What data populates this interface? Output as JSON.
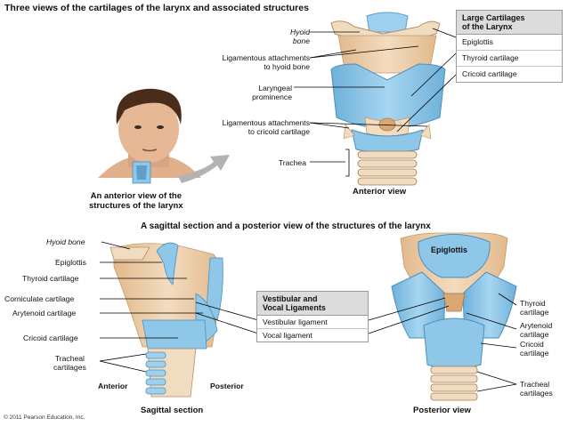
{
  "top": {
    "title": "Three views of the cartilages of the larynx and associated structures",
    "labels": {
      "hyoid": [
        "Hyoid",
        "bone"
      ],
      "lig_hyoid": [
        "Ligamentous attachments",
        "to hyoid bone"
      ],
      "prominence": [
        "Laryngeal",
        "prominence"
      ],
      "lig_cricoid": [
        "Ligamentous attachments",
        "to cricoid cartilage"
      ],
      "trachea": "Trachea"
    },
    "person_caption": [
      "An anterior view of the",
      "structures of the larynx"
    ],
    "anterior_view": "Anterior view",
    "legend": {
      "header": [
        "Large Cartilages",
        "of the Larynx"
      ],
      "items": [
        "Epiglottis",
        "Thyroid cartilage",
        "Cricoid cartilage"
      ]
    }
  },
  "bottom": {
    "title": "A sagittal section and a posterior view of the structures of the larynx",
    "left_labels": {
      "hyoid": "Hyoid bone",
      "epiglottis": "Epiglottis",
      "thyroid": "Thyroid cartilage",
      "corniculate": "Corniculate cartilage",
      "arytenoid": "Arytenoid cartilage",
      "cricoid": "Cricoid cartilage",
      "tracheal": [
        "Tracheal",
        "cartilages"
      ]
    },
    "anterior": "Anterior",
    "posterior": "Posterior",
    "sagittal_caption": "Sagittal section",
    "legend": {
      "header": [
        "Vestibular and",
        "Vocal Ligaments"
      ],
      "items": [
        "Vestibular ligament",
        "Vocal ligament"
      ]
    },
    "posterior_labels": {
      "epiglottis": "Epiglottis",
      "thyroid": [
        "Thyroid",
        "cartilage"
      ],
      "arytenoid": [
        "Arytenoid",
        "cartilage"
      ],
      "cricoid": [
        "Cricoid",
        "cartilage"
      ],
      "tracheal": [
        "Tracheal",
        "cartilages"
      ]
    },
    "posterior_caption": "Posterior view"
  },
  "copyright": "© 2011 Pearson Education, Inc.",
  "colors": {
    "cartilage_blue": "#8ec7e8",
    "cartilage_blue_dark": "#5f9fc9",
    "ligament_tan": "#e9c9a3",
    "muscle_tan": "#d9a874",
    "arrow_gray": "#b3b3b3"
  }
}
